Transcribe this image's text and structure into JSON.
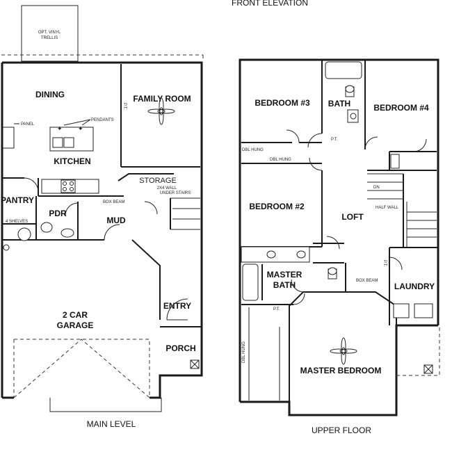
{
  "captions": {
    "front_elevation": "FRONT ELEVATION",
    "main_level": "MAIN LEVEL",
    "upper_floor": "UPPER FLOOR"
  },
  "main_level": {
    "trellis_line1": "OPT. VINYL",
    "trellis_line2": "TRELLIS",
    "dining": "DINING",
    "family_room": "FAMILY ROOM",
    "kitchen": "KITCHEN",
    "panel": "PANEL",
    "pendants": "PENDANTS",
    "pt": "P.T.",
    "storage": "STORAGE",
    "wall_note_1": "2X4 WALL",
    "wall_note_2": "UNDER STAIRS",
    "box_beam": "BOX BEAM",
    "pantry": "PANTRY",
    "shelves": "4 SHELVES",
    "pdr": "PDR",
    "mud": "MUD",
    "garage_line1": "2 CAR",
    "garage_line2": "GARAGE",
    "entry": "ENTRY",
    "porch": "PORCH"
  },
  "upper_floor": {
    "bedroom3": "BEDROOM #3",
    "bath": "BATH",
    "bedroom4": "BEDROOM #4",
    "dbl_hung": "DBL HUNG",
    "pt": "P.T.",
    "dn": "DN",
    "bedroom2": "BEDROOM #2",
    "loft": "LOFT",
    "half_wall": "HALF WALL",
    "master_bath_line1": "MASTER",
    "master_bath_line2": "BATH",
    "box_beam": "BOX BEAM",
    "laundry": "LAUNDRY",
    "master_bedroom": "MASTER BEDROOM"
  }
}
